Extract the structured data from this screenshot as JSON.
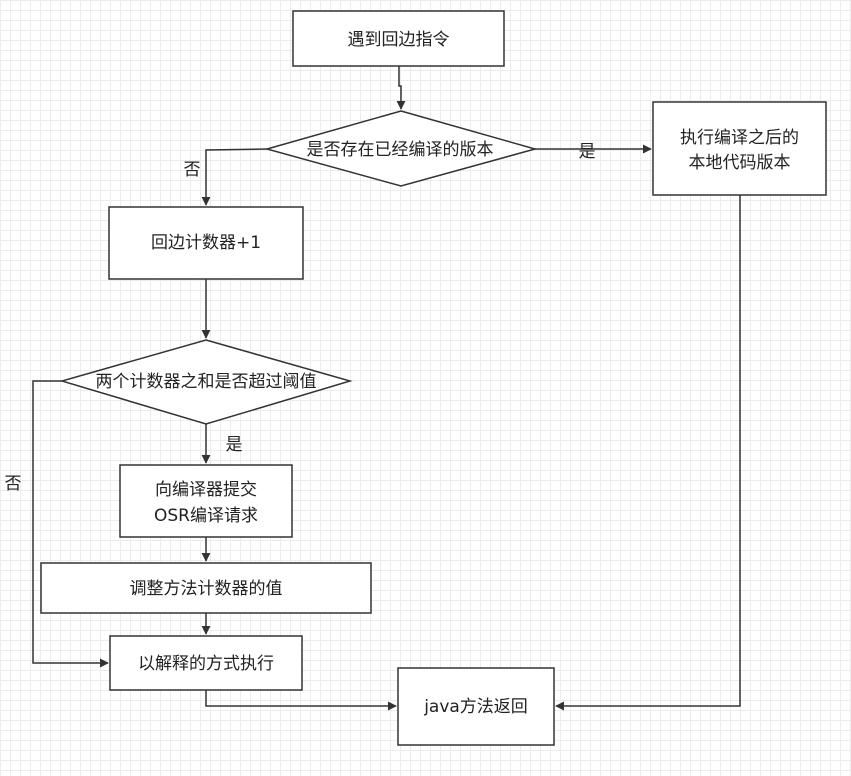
{
  "diagram": {
    "nodes": {
      "start": "遇到回边指令",
      "check_compiled": "是否存在已经编译的版本",
      "exec_native_line1": "执行编译之后的",
      "exec_native_line2": "本地代码版本",
      "increment_counter": "回边计数器+1",
      "check_threshold": "两个计数器之和是否超过阈值",
      "submit_osr_line1": "向编译器提交",
      "submit_osr_line2": "OSR编译请求",
      "adjust_counter": "调整方法计数器的值",
      "interpret": "以解释的方式执行",
      "method_return": "java方法返回"
    },
    "edge_labels": {
      "compiled_yes": "是",
      "compiled_no": "否",
      "threshold_yes": "是",
      "threshold_no": "否"
    }
  }
}
